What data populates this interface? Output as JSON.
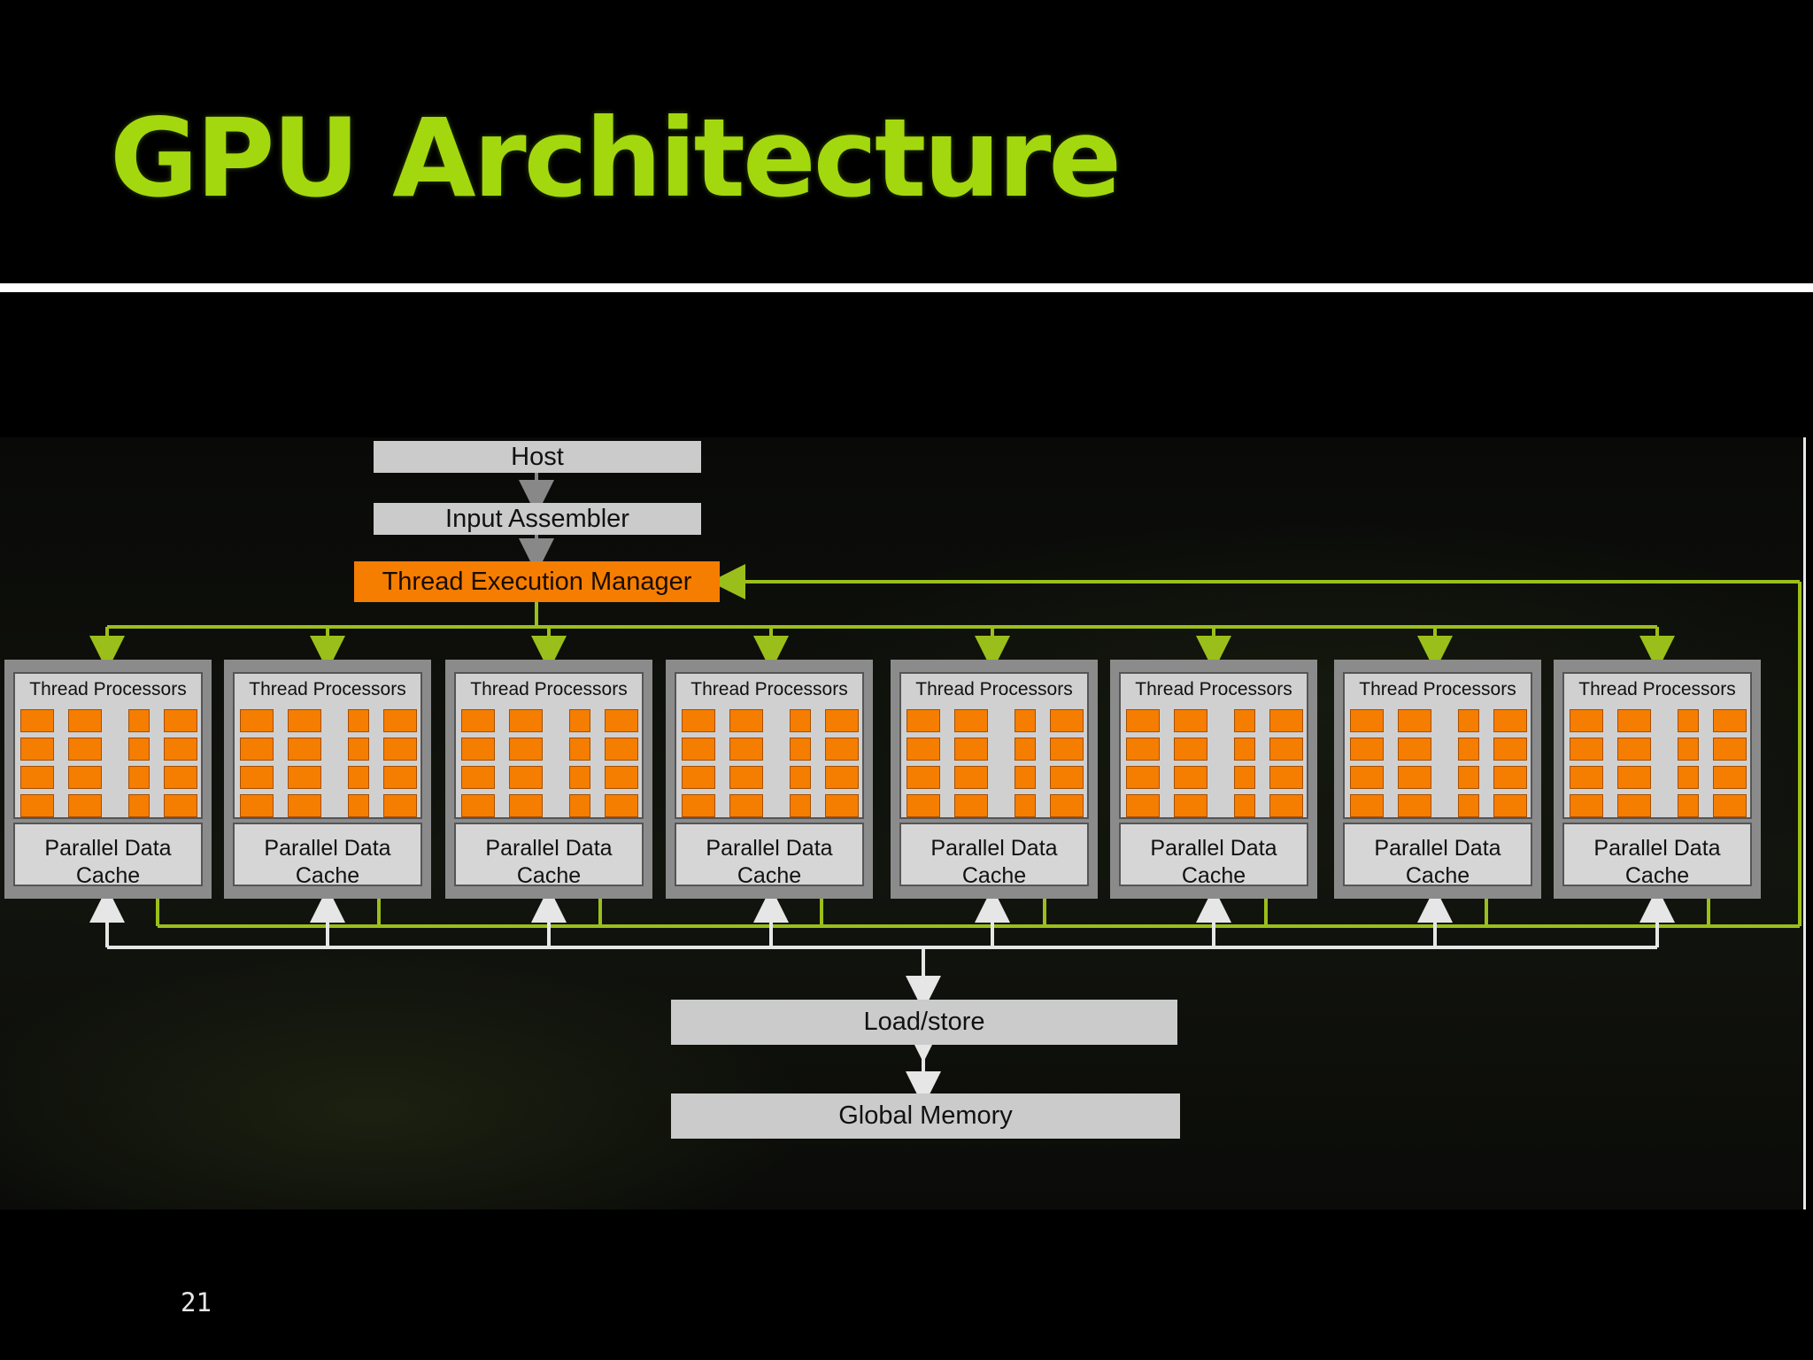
{
  "slide": {
    "title": "GPU Architecture",
    "page_number": "21"
  },
  "colors": {
    "title_green": "#a3d80f",
    "link_green": "#9bbf1a",
    "core_orange": "#f57d00",
    "box_gray": "#cbcbcb"
  },
  "diagram": {
    "host": "Host",
    "input_assembler": "Input Assembler",
    "thread_execution_manager": "Thread Execution Manager",
    "multiprocessors": [
      {
        "processors_label": "Thread Processors",
        "cache_label": "Parallel Data Cache"
      },
      {
        "processors_label": "Thread Processors",
        "cache_label": "Parallel Data Cache"
      },
      {
        "processors_label": "Thread Processors",
        "cache_label": "Parallel Data Cache"
      },
      {
        "processors_label": "Thread Processors",
        "cache_label": "Parallel Data Cache"
      },
      {
        "processors_label": "Thread Processors",
        "cache_label": "Parallel Data Cache"
      },
      {
        "processors_label": "Thread Processors",
        "cache_label": "Parallel Data Cache"
      },
      {
        "processors_label": "Thread Processors",
        "cache_label": "Parallel Data Cache"
      },
      {
        "processors_label": "Thread Processors",
        "cache_label": "Parallel Data Cache"
      }
    ],
    "load_store": "Load/store",
    "global_memory": "Global Memory"
  }
}
